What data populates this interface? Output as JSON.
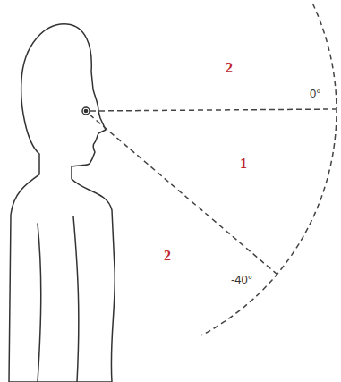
{
  "diagram": {
    "labels": [
      "2",
      "0°",
      "1",
      "2",
      "-40°"
    ]
  }
}
